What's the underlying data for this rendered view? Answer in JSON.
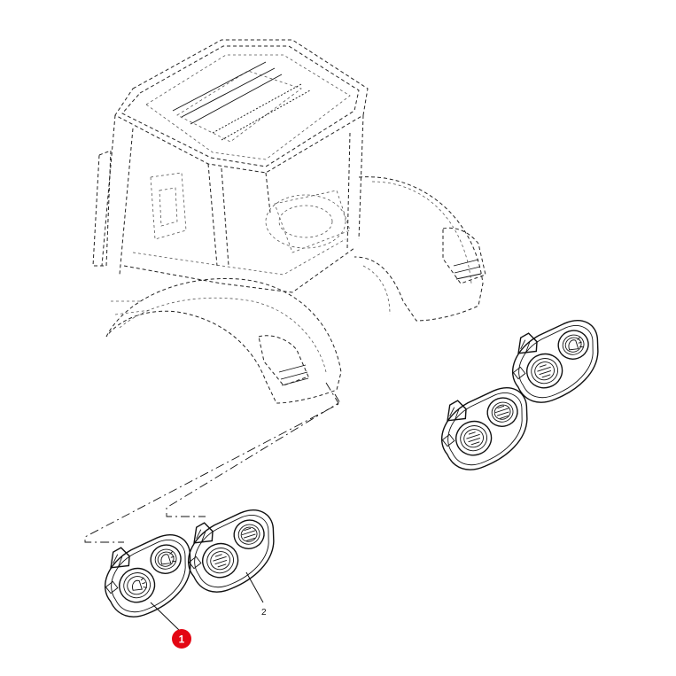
{
  "callouts": [
    {
      "id": "1",
      "label": "1",
      "style": "highlighted",
      "color": "#e30613"
    },
    {
      "id": "2",
      "label": "2",
      "style": "plain"
    }
  ],
  "parts": [
    {
      "ref": "1",
      "icon": "work-light-switch-icon"
    },
    {
      "ref": "2",
      "icon": "beacon-switch-icon"
    }
  ],
  "colors": {
    "line": "#111111",
    "highlight": "#e30613",
    "background": "#ffffff"
  }
}
